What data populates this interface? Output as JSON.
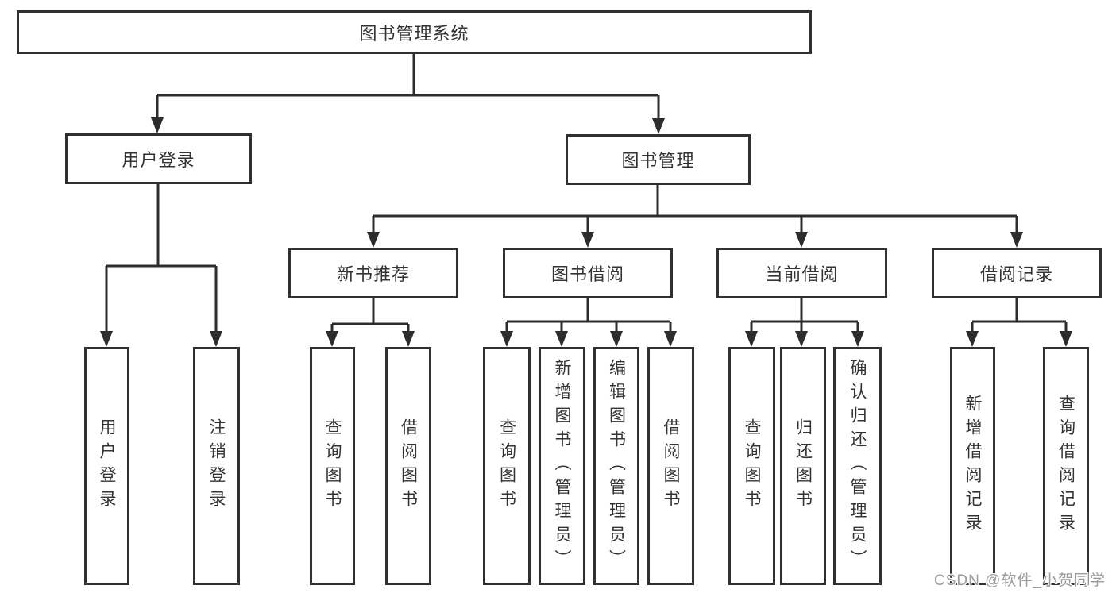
{
  "diagram": {
    "root": {
      "label": "图书管理系统"
    },
    "branches": [
      {
        "label": "用户登录",
        "children": [
          {
            "label": "用户登录"
          },
          {
            "label": "注销登录"
          }
        ]
      },
      {
        "label": "图书管理",
        "children": [
          {
            "label": "新书推荐",
            "children": [
              {
                "label": "查询图书"
              },
              {
                "label": "借阅图书"
              }
            ]
          },
          {
            "label": "图书借阅",
            "children": [
              {
                "label": "查询图书"
              },
              {
                "label": "新增图书（管理员）"
              },
              {
                "label": "编辑图书（管理员）"
              },
              {
                "label": "借阅图书"
              }
            ]
          },
          {
            "label": "当前借阅",
            "children": [
              {
                "label": "查询图书"
              },
              {
                "label": "归还图书"
              },
              {
                "label": "确认归还（管理员）"
              }
            ]
          },
          {
            "label": "借阅记录",
            "children": [
              {
                "label": "新增借阅记录"
              },
              {
                "label": "查询借阅记录"
              }
            ]
          }
        ]
      }
    ],
    "watermark": "CSDN @软件_小贺同学",
    "colors": {
      "border": "#303030",
      "line": "#2d2d2d",
      "text": "#333333",
      "watermark": "#9b9b9b",
      "background": "#ffffff"
    }
  }
}
